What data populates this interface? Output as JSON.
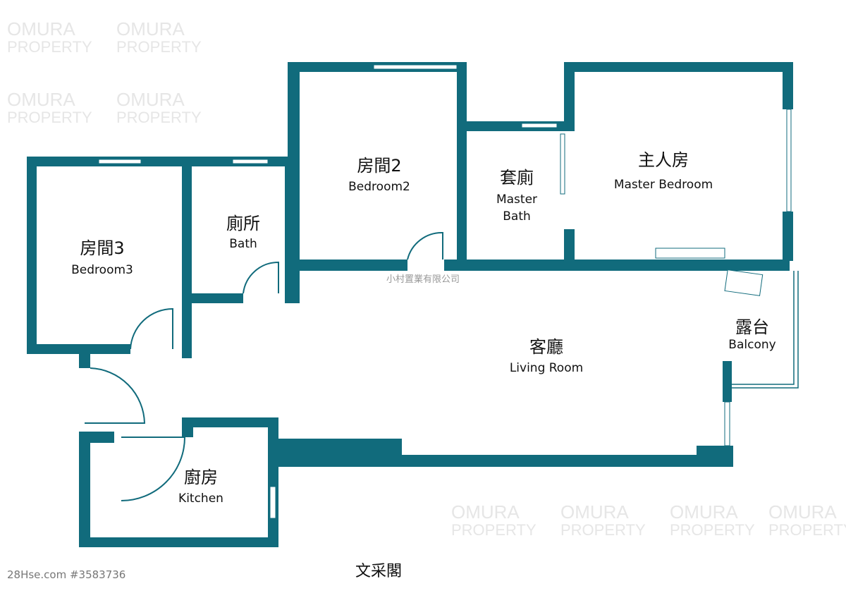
{
  "watermark": {
    "line1": "OMURA",
    "line2": "PROPERTY"
  },
  "colors": {
    "wall": "#116b7c"
  },
  "rooms": [
    {
      "cn": "房間3",
      "en": "Bedroom3"
    },
    {
      "cn": "廁所",
      "en": "Bath"
    },
    {
      "cn": "房間2",
      "en": "Bedroom2"
    },
    {
      "cn": "套廁",
      "en": "Master",
      "en2": "Bath"
    },
    {
      "cn": "主人房",
      "en": "Master Bedroom"
    },
    {
      "cn": "露台",
      "en": "Balcony"
    },
    {
      "cn": "客廳",
      "en": "Living Room"
    },
    {
      "cn": "廚房",
      "en": "Kitchen"
    }
  ],
  "company": "小村置業有限公司",
  "footer": {
    "listing_id": "28Hse.com #3583736",
    "estate": "文采閣"
  }
}
